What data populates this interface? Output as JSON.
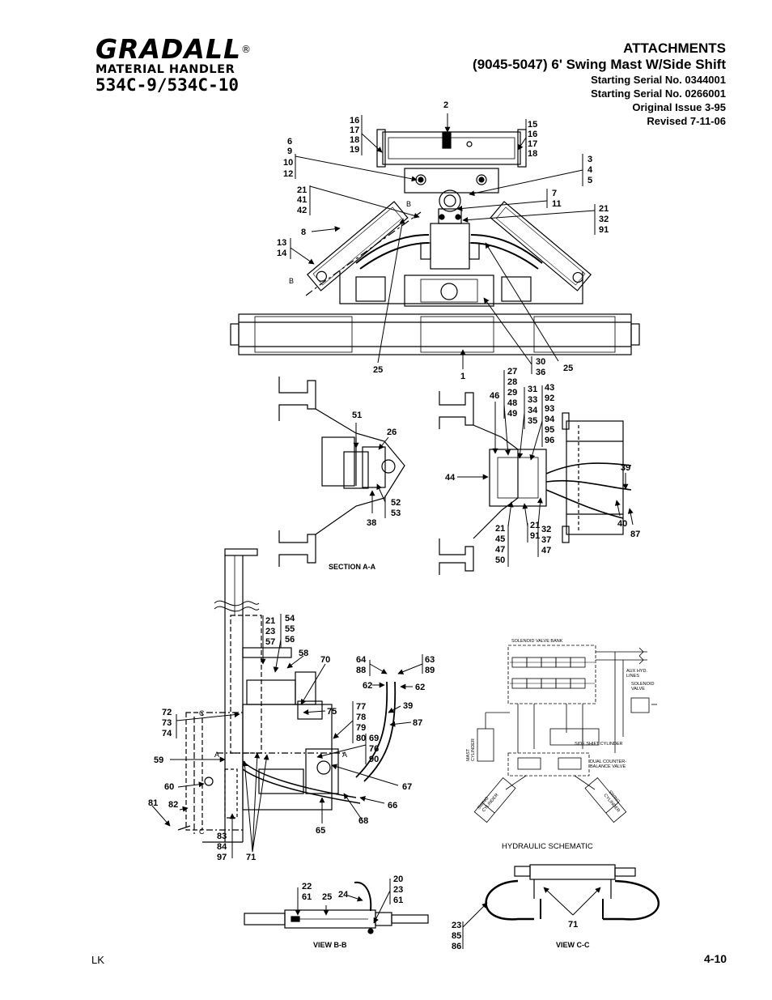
{
  "brand": {
    "name": "GRADALL",
    "registered": "®",
    "subtitle": "MATERIAL HANDLER",
    "model": "534C-9/534C-10"
  },
  "header": {
    "title": "ATTACHMENTS",
    "subtitle": "(9045-5047) 6' Swing Mast W/Side Shift",
    "serial_1": "Starting Serial No. 0344001",
    "serial_2": "Starting Serial No. 0266001",
    "original_issue": "Original Issue 3-95",
    "revised": "Revised 7-11-06"
  },
  "view_labels": {
    "section_aa": "SECTION A-A",
    "view_bb": "VIEW B-B",
    "view_cc": "VIEW C-C",
    "hydraulic_schematic": "HYDRAULIC SCHEMATIC"
  },
  "schematic_labels": {
    "valve_bank": "SOLENOID VALVE BANK",
    "aux_lines_1": "AUX HYD.",
    "aux_lines_2": "LINES",
    "solenoid_valve_1": "SOLENOID",
    "solenoid_valve_2": "VALVE",
    "side_shift_cyl": "SIDE SHIFT CYLINDER",
    "counterbalance_1": "DUAL COUNTER-",
    "counterbalance_2": "BALANCE VALVE",
    "mast_cyl_1": "MAST",
    "mast_cyl_2": "CYLINDER",
    "swing_cyl_left_1": "SWING",
    "swing_cyl_left_2": "CYLINDER",
    "swing_cyl_right_1": "SWING",
    "swing_cyl_right_2": "CYLINDER"
  },
  "callouts": {
    "top_2": "2",
    "top_16a": "16",
    "top_17a": "17",
    "top_18a": "18",
    "top_19": "19",
    "top_15": "15",
    "top_16b": "16",
    "top_17b": "17",
    "top_18b": "18",
    "top_6": "6",
    "top_9": "9",
    "top_10": "10",
    "top_12": "12",
    "top_3": "3",
    "top_4": "4",
    "top_5": "5",
    "top_21a": "21",
    "top_41": "41",
    "top_42": "42",
    "top_7": "7",
    "top_11": "11",
    "top_21b": "21",
    "top_32": "32",
    "top_91": "91",
    "top_8": "8",
    "top_13": "13",
    "top_14": "14",
    "top_b1": "B",
    "top_b2": "B",
    "top_25a": "25",
    "top_1": "1",
    "top_30": "30",
    "top_36": "36",
    "top_25b": "25",
    "sa_51": "51",
    "sa_26": "26",
    "sa_52": "52",
    "sa_53": "53",
    "sa_38": "38",
    "sr_27": "27",
    "sr_28": "28",
    "sr_29": "29",
    "sr_48": "48",
    "sr_49": "49",
    "sr_46": "46",
    "sr_31": "31",
    "sr_33": "33",
    "sr_34": "34",
    "sr_35": "35",
    "sr_43": "43",
    "sr_92": "92",
    "sr_93": "93",
    "sr_94": "94",
    "sr_95": "95",
    "sr_96": "96",
    "sr_44": "44",
    "sr_39": "39",
    "sr_21a": "21",
    "sr_45": "45",
    "sr_47a": "47",
    "sr_50": "50",
    "sr_21b": "21",
    "sr_91": "91",
    "sr_32": "32",
    "sr_37": "37",
    "sr_47b": "47",
    "sr_40": "40",
    "sr_87": "87",
    "sd_21": "21",
    "sd_23": "23",
    "sd_57": "57",
    "sd_54": "54",
    "sd_55": "55",
    "sd_56": "56",
    "sd_58": "58",
    "sd_70": "70",
    "sd_64": "64",
    "sd_88": "88",
    "sd_63": "63",
    "sd_89": "89",
    "sd_62a": "62",
    "sd_62b": "62",
    "sd_72": "72",
    "sd_73": "73",
    "sd_74": "74",
    "sd_c1": "C",
    "sd_c2": "C",
    "sd_a1": "A",
    "sd_a2": "A",
    "sd_75": "75",
    "sd_77": "77",
    "sd_78": "78",
    "sd_79": "79",
    "sd_80": "80",
    "sd_39": "39",
    "sd_87": "87",
    "sd_69": "69",
    "sd_76": "76",
    "sd_90": "90",
    "sd_59": "59",
    "sd_60": "60",
    "sd_67": "67",
    "sd_66": "66",
    "sd_68": "68",
    "sd_65": "65",
    "sd_81": "81",
    "sd_82": "82",
    "sd_83": "83",
    "sd_84": "84",
    "sd_97": "97",
    "sd_71": "71",
    "bb_22": "22",
    "bb_61a": "61",
    "bb_25": "25",
    "bb_24": "24",
    "bb_20": "20",
    "bb_23": "23",
    "bb_61b": "61",
    "cc_23": "23",
    "cc_85": "85",
    "cc_86": "86",
    "cc_71": "71"
  },
  "footer": {
    "initials": "LK",
    "page": "4-10"
  }
}
